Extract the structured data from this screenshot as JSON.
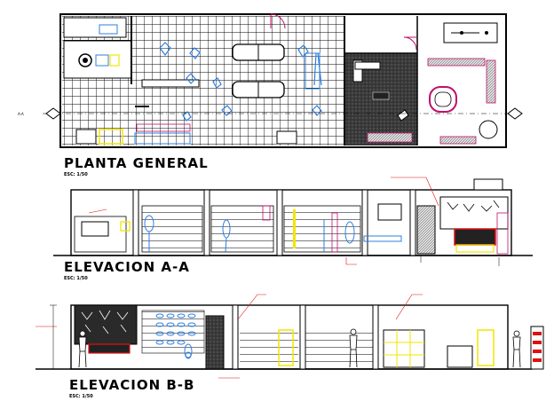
{
  "drawing": {
    "plan": {
      "title": "PLANTA GENERAL",
      "scale": "ESC: 1/50",
      "section_mark_left": "A-A"
    },
    "elevation_a": {
      "title": "ELEVACION A-A",
      "scale": "ESC: 1/50"
    },
    "elevation_b": {
      "title": "ELEVACION B-B",
      "scale": "ESC: 1/50"
    }
  },
  "colors": {
    "line": "#000000",
    "furniture_blue": "#2f7fe0",
    "accent_yellow": "#f2e600",
    "accent_red": "#e01010",
    "door_magenta": "#c0106a",
    "wall_gray": "#8a8a8a"
  }
}
